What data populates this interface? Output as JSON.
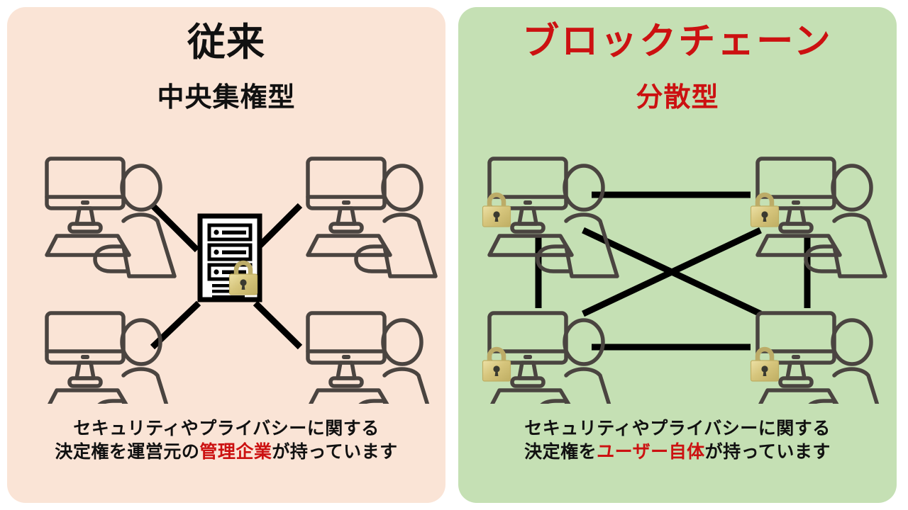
{
  "colors": {
    "left_panel_bg": "#FAE4D6",
    "right_panel_bg": "#C5E0B4",
    "accent_red": "#CC1111",
    "text_black": "#111111",
    "icon_stroke": "#4A4440",
    "link_line": "#000000",
    "lock_body": "#D8C87E",
    "lock_shackle": "#B9A95E"
  },
  "left_panel": {
    "title_main": "従来",
    "title_sub": "中央集権型",
    "diagram": {
      "type": "star-network",
      "center_node": "server-with-lock",
      "user_nodes": 4,
      "connections": 4
    },
    "caption_line1": "セキュリティやプライバシーに関する",
    "caption_line2_before": "決定権を運営元の",
    "caption_line2_highlight": "管理企業",
    "caption_line2_after": "が持っています"
  },
  "right_panel": {
    "title_main": "ブロックチェーン",
    "title_sub": "分散型",
    "diagram": {
      "type": "mesh-network",
      "user_nodes": 4,
      "connections": 6,
      "each_node_has_lock": true
    },
    "caption_line1": "セキュリティやプライバシーに関する",
    "caption_line2_before": "決定権を",
    "caption_line2_highlight": "ユーザー自体",
    "caption_line2_after": "が持っています"
  },
  "icons": {
    "user": "person-at-computer-icon",
    "server": "server-rack-icon",
    "lock": "padlock-icon"
  }
}
